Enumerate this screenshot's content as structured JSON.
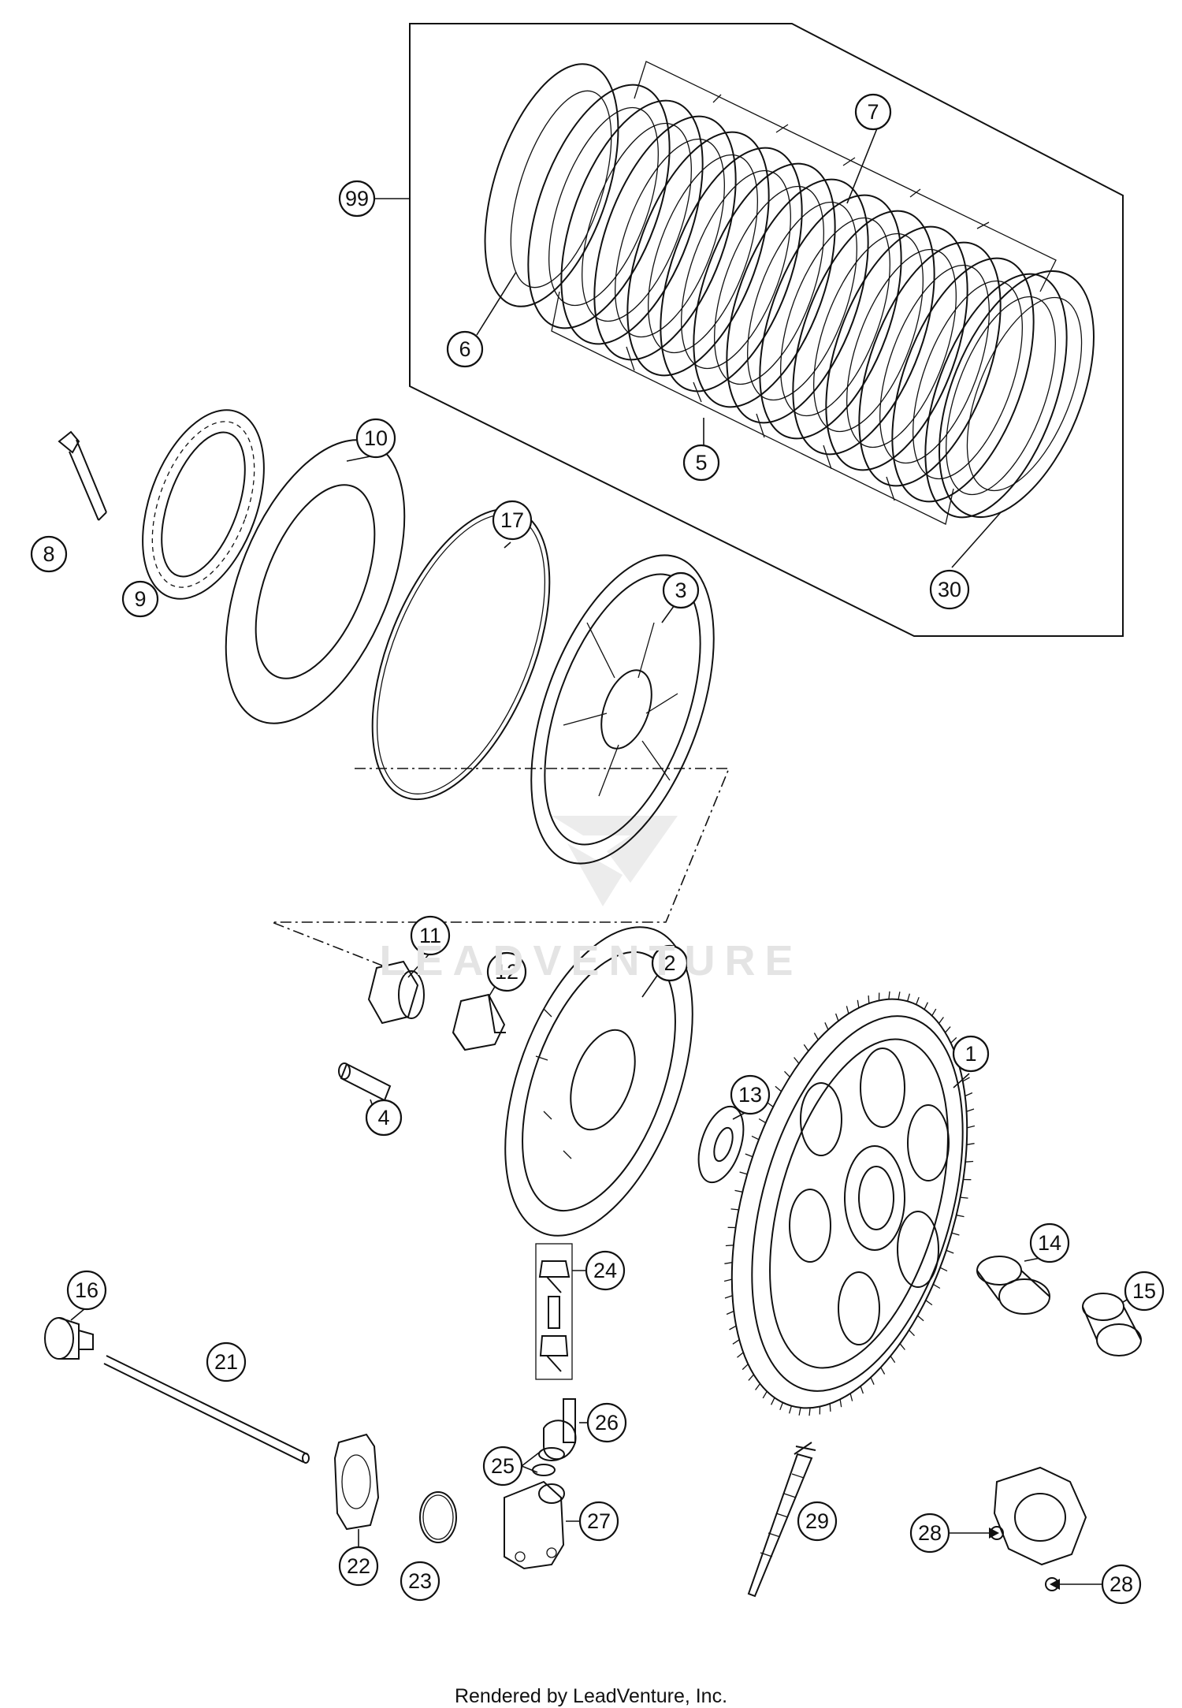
{
  "callouts": {
    "c99": "99",
    "c6": "6",
    "c7": "7",
    "c5": "5",
    "c30": "30",
    "c10": "10",
    "c8": "8",
    "c9": "9",
    "c17": "17",
    "c3": "3",
    "c11": "11",
    "c12": "12",
    "c2": "2",
    "c4": "4",
    "c13": "13",
    "c1": "1",
    "c14": "14",
    "c15": "15",
    "c16": "16",
    "c21": "21",
    "c24": "24",
    "c26": "26",
    "c25": "25",
    "c22": "22",
    "c23": "23",
    "c27": "27",
    "c29": "29",
    "c28a": "28",
    "c28b": "28"
  },
  "watermark": "LEADVENTURE",
  "footer": "Rendered by LeadVenture, Inc."
}
